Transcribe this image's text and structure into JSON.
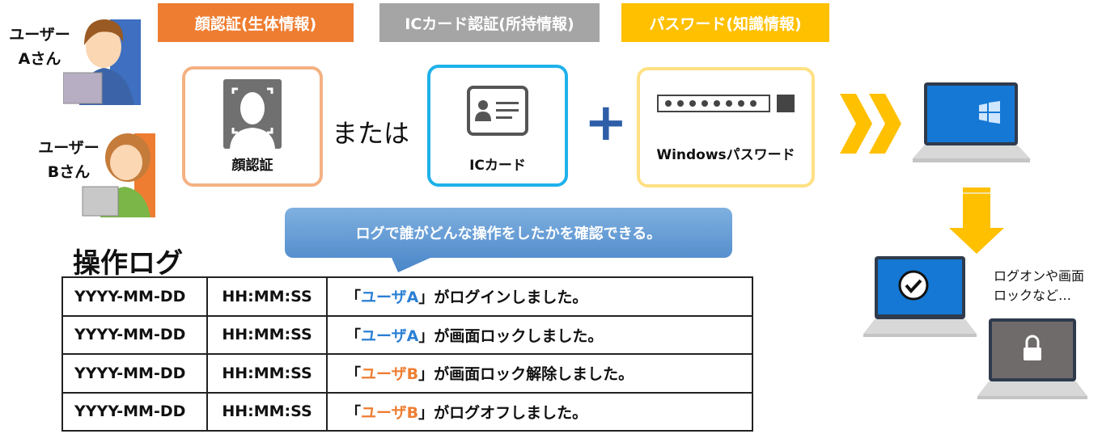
{
  "headers": {
    "face": "顔認証(生体情報)",
    "iccard": "ICカード認証(所持情報)",
    "password": "パスワード(知識情報)"
  },
  "users": [
    {
      "line1": "ユーザー",
      "line2": "Aさん"
    },
    {
      "line1": "ユーザー",
      "line2": "Bさん"
    }
  ],
  "auth": {
    "face_label": "顔認証",
    "or_label": "または",
    "ic_label": "ICカード",
    "plus": "+",
    "password_label": "Windowsパスワード"
  },
  "callout": "ログで誰がどんな操作をしたかを確認できる。",
  "log_title": "操作ログ",
  "log_rows": [
    {
      "date": "YYYY-MM-DD",
      "time": "HH:MM:SS",
      "open": "「",
      "user": "ユーザA",
      "close": "」",
      "action": "がログインしました。",
      "user_color": "#2a7fd4"
    },
    {
      "date": "YYYY-MM-DD",
      "time": "HH:MM:SS",
      "open": "「",
      "user": "ユーザA",
      "close": "」",
      "action": "が画面ロックしました。",
      "user_color": "#2a7fd4"
    },
    {
      "date": "YYYY-MM-DD",
      "time": "HH:MM:SS",
      "open": "「",
      "user": "ユーザB",
      "close": "」",
      "action": "が画面ロック解除しました。",
      "user_color": "#ee7d31"
    },
    {
      "date": "YYYY-MM-DD",
      "time": "HH:MM:SS",
      "open": "「",
      "user": "ユーザB",
      "close": "」",
      "action": "がログオフしました。",
      "user_color": "#ee7d31"
    }
  ],
  "side_note": {
    "line1": "ログオンや画面",
    "line2": "ロックなど…"
  },
  "colors": {
    "orange": "#ee7d31",
    "gray": "#a5a5a5",
    "yellow": "#ffc000",
    "blue": "#2a7fd4",
    "cyan": "#1fb1ea"
  }
}
